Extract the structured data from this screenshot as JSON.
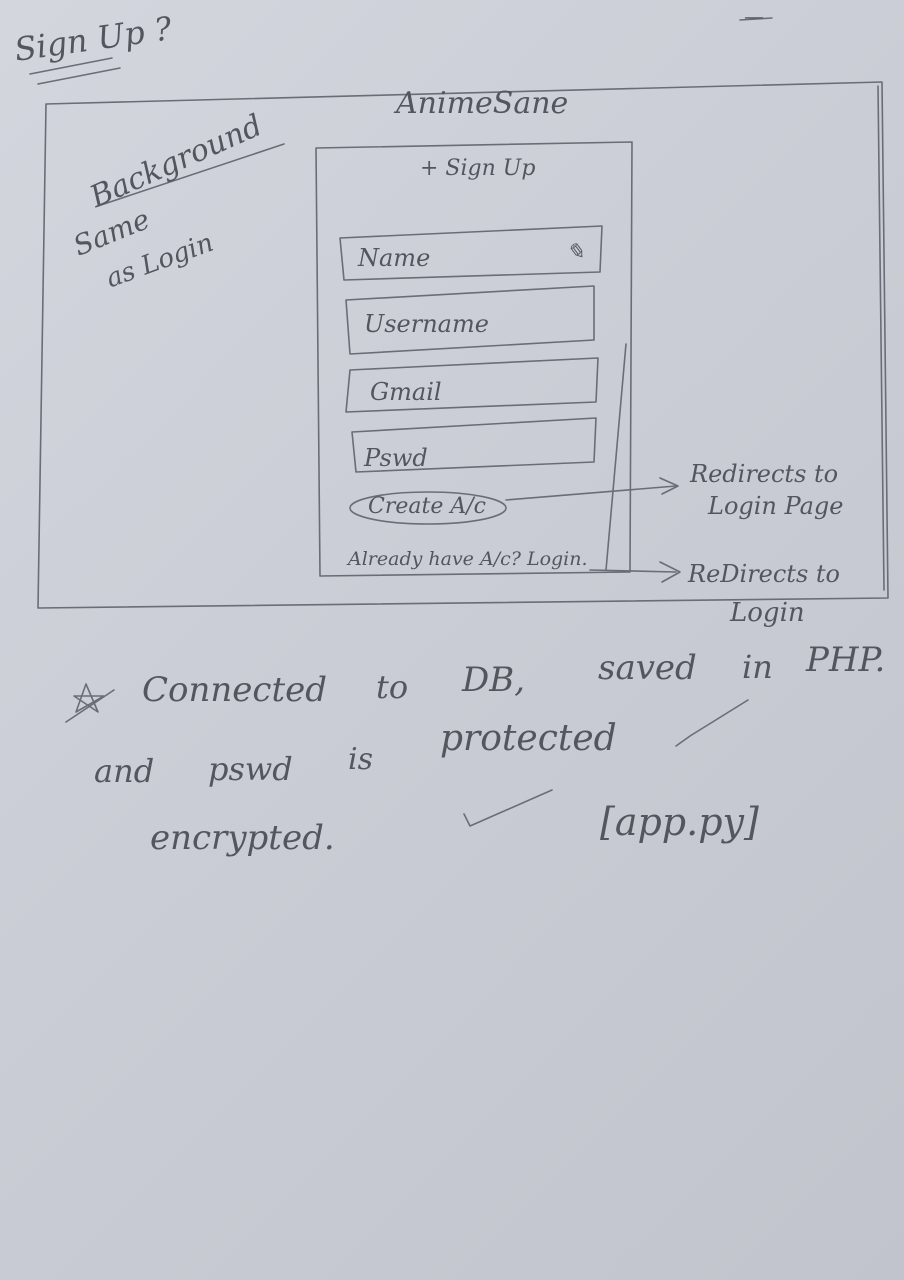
{
  "page_title": "Sign Up ?",
  "top_mark": "—",
  "background_note": {
    "line1": "Background",
    "line2": "Same",
    "line3": "as Login"
  },
  "app": {
    "title": "AnimeSane",
    "form_heading": "+ Sign Up",
    "fields": [
      {
        "label": "Name"
      },
      {
        "label": "Username"
      },
      {
        "label": "Gmail"
      },
      {
        "label": "Pswd"
      }
    ],
    "create_button": "Create A/c",
    "login_link": "Already have A/c? Login."
  },
  "annotations": {
    "create_redirect_line1": "Redirects to",
    "create_redirect_line2": "Login Page",
    "login_redirect_line1": "ReDirects to",
    "login_redirect_line2": "Login"
  },
  "notes": {
    "line1_a": "Connected",
    "line1_b": "to",
    "line1_c": "DB,",
    "line1_d": "saved",
    "line1_e": "in",
    "line1_f": "PHP.",
    "line2_a": "and",
    "line2_b": "pswd",
    "line2_c": "is",
    "line2_d": "protected",
    "line3_a": "encrypted.",
    "file_ref": "[app.py]"
  }
}
